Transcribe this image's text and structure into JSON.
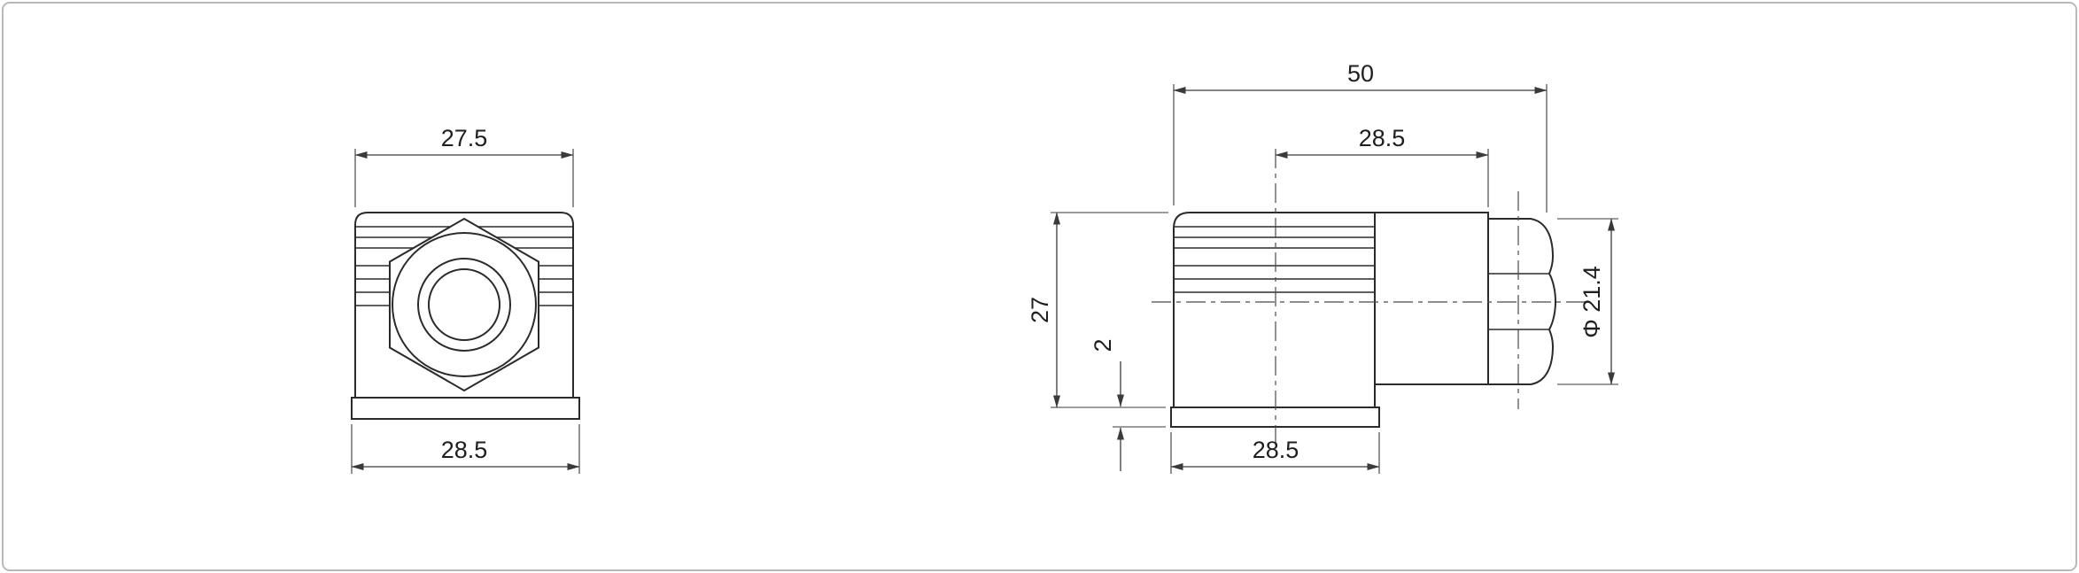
{
  "drawing": {
    "front_view": {
      "dim_top_width": "27.5",
      "dim_bottom_width": "28.5"
    },
    "side_view": {
      "dim_overall_length": "50",
      "dim_upper_width": "28.5",
      "dim_height": "27",
      "dim_base_thickness": "2",
      "dim_bottom_width": "28.5",
      "dim_diameter": "Φ 21.4"
    }
  }
}
